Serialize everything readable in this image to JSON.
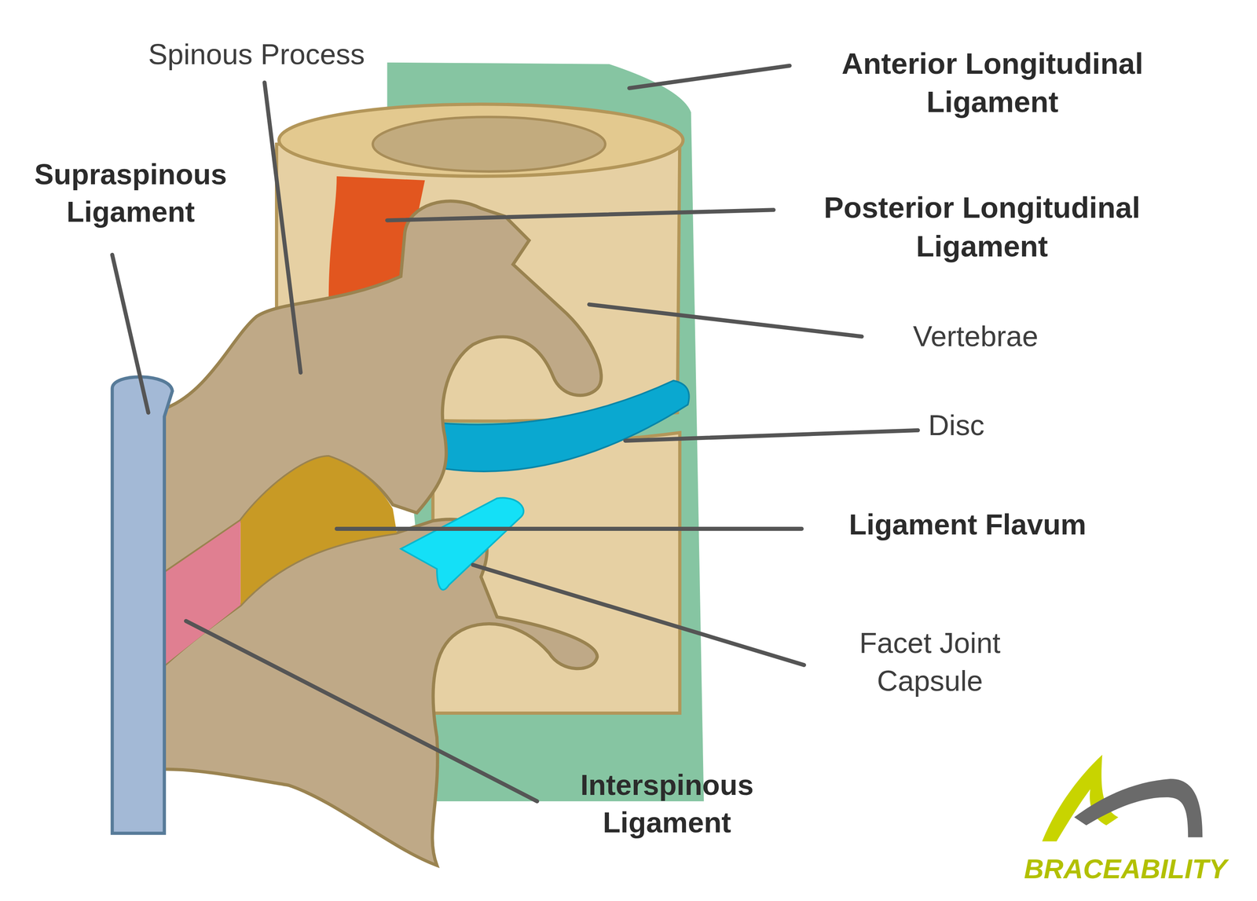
{
  "diagram": {
    "labels": [
      "Spinous Process",
      "Anterior Longitudinal Ligament",
      "Supraspinous Ligament",
      "Posterior Longitudinal Ligament",
      "Vertebrae",
      "Disc",
      "Ligament Flavum",
      "Facet Joint Capsule",
      "Interspinous Ligament",
      "BRACEABILITY"
    ]
  }
}
